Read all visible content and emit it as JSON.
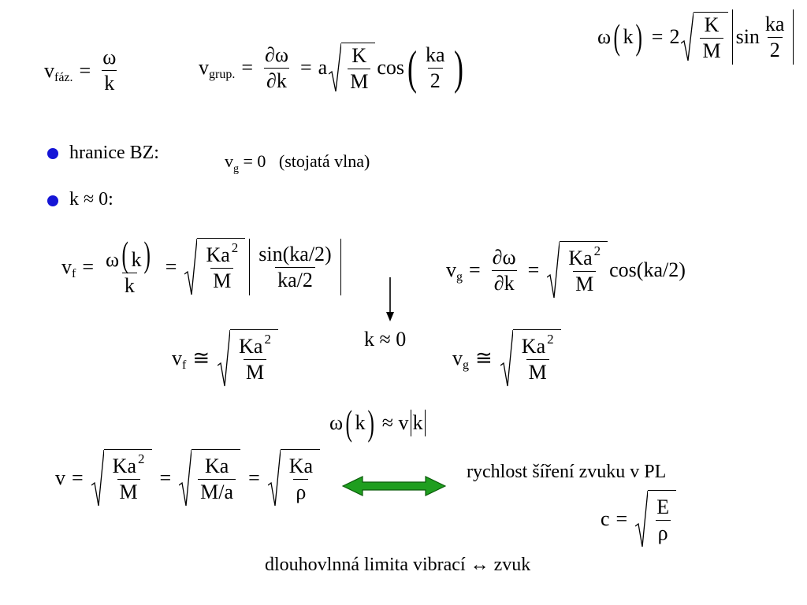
{
  "top_right": {
    "omega": "ω",
    "k": "k",
    "eq": "=",
    "two": "2",
    "K": "K",
    "M": "M",
    "sin": "sin",
    "ka": "ka",
    "den2": "2"
  },
  "phase": {
    "v": "v",
    "sub": "fáz.",
    "eq": "=",
    "num": "ω",
    "den": "k"
  },
  "group": {
    "v": "v",
    "sub": "grup.",
    "eq1": "=",
    "num": "∂ω",
    "den": "∂k",
    "eq2": "=",
    "a": "a",
    "K": "K",
    "M": "M",
    "cos": "cos",
    "ka": "ka",
    "two": "2"
  },
  "bullets": [
    {
      "label": "hranice BZ:",
      "eq": "v",
      "sub": "g",
      "rest": " = 0   (stojatá vlna)"
    },
    {
      "label": "k ≈ 0:"
    }
  ],
  "vf_eq": {
    "v": "v",
    "sub": "f",
    "eq1": "=",
    "om": "ω",
    "k": "k",
    "den": "k",
    "eq2": "=",
    "Ka": "Ka",
    "sup": "2",
    "M": "M",
    "sinnum": "sin(ka/2)",
    "sinden": "ka/2"
  },
  "vg_eq": {
    "v": "v",
    "sub": "g",
    "eq1": "=",
    "num": "∂ω",
    "den": "∂k",
    "eq2": "=",
    "Ka": "Ka",
    "sup": "2",
    "M": "M",
    "cos": "cos(ka/2)"
  },
  "limit": {
    "label": "k ≈ 0"
  },
  "vf_approx": {
    "v": "v",
    "sub": "f",
    "op": "≅",
    "Ka": "Ka",
    "sup": "2",
    "M": "M"
  },
  "vg_approx": {
    "v": "v",
    "sub": "g",
    "op": "≅",
    "Ka": "Ka",
    "sup": "2",
    "M": "M"
  },
  "disp": {
    "omega": "ω",
    "k": "k",
    "approx": "≈ v",
    "absk": "k"
  },
  "sound": {
    "v": "v",
    "eq1": "=",
    "Ka": "Ka",
    "sup": "2",
    "M": "M",
    "eq2": "=",
    "Ka2": "Ka",
    "Ma": "M/a",
    "eq3": "=",
    "Ka3": "Ka",
    "rho": "ρ"
  },
  "sound_label": "rychlost šíření zvuku v PL",
  "c_eq": {
    "c": "c",
    "eq": "=",
    "E": "E",
    "rho": "ρ"
  },
  "footer": "dlouhovlnná limita vibrací ↔ zvuk",
  "colors": {
    "bullet": "#1515d6",
    "arrow_fill": "#1f9e1f",
    "arrow_stroke": "#0a5c0a"
  }
}
